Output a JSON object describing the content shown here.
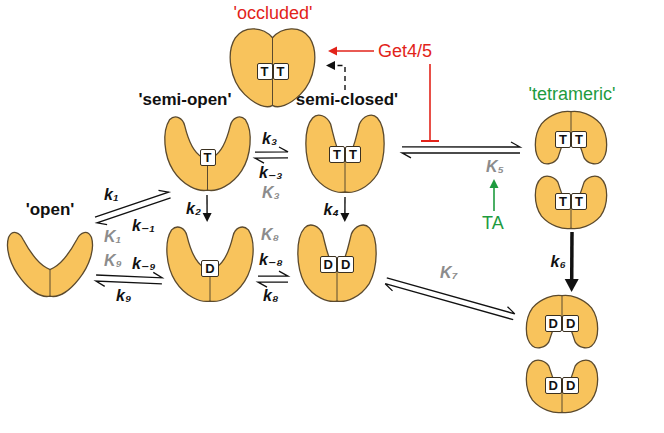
{
  "diagram": {
    "nodes": [
      {
        "text": [
          "'open'"
        ]
      },
      {
        "text": [
          "'semi-open'",
          "T"
        ]
      },
      {
        "text": [
          "'semi-closed'",
          "T",
          "T"
        ]
      },
      {
        "text": [
          "'occluded'",
          "T",
          "T"
        ]
      },
      {
        "text": [
          "'tetrameric'",
          "T",
          "T",
          "T",
          "T"
        ]
      },
      {
        "text": [
          "D"
        ]
      },
      {
        "text": [
          "D",
          "D"
        ]
      },
      {
        "text": [
          "D",
          "D",
          "D",
          "D"
        ]
      }
    ],
    "edges": [
      {
        "from": 0,
        "to": 1,
        "arrow": "both"
      },
      {
        "from": 1,
        "to": 2,
        "arrow": "both"
      },
      {
        "from": 1,
        "to": 5,
        "arrow": "to",
        "label": "k₂"
      },
      {
        "from": 2,
        "to": 6,
        "arrow": "to",
        "label": "k₄"
      },
      {
        "from": 2,
        "to": 3,
        "arrow": "to"
      },
      {
        "from": 2,
        "to": 4,
        "arrow": "both"
      },
      {
        "from": 4,
        "to": 7,
        "arrow": "to",
        "label": "k₆"
      },
      {
        "from": 0,
        "to": 5,
        "arrow": "both"
      },
      {
        "from": 5,
        "to": 6,
        "arrow": "both"
      },
      {
        "from": 6,
        "to": 7,
        "arrow": "both"
      }
    ],
    "labels": [
      "k₁",
      "k₋₁",
      "K₁",
      "K₉",
      "k₉",
      "k₋₉",
      "k₃",
      "k₋₃",
      "K₃",
      "K₈",
      "k₋₈",
      "k₈",
      "K₅",
      "TA",
      "K₇",
      "Get4/5"
    ]
  }
}
